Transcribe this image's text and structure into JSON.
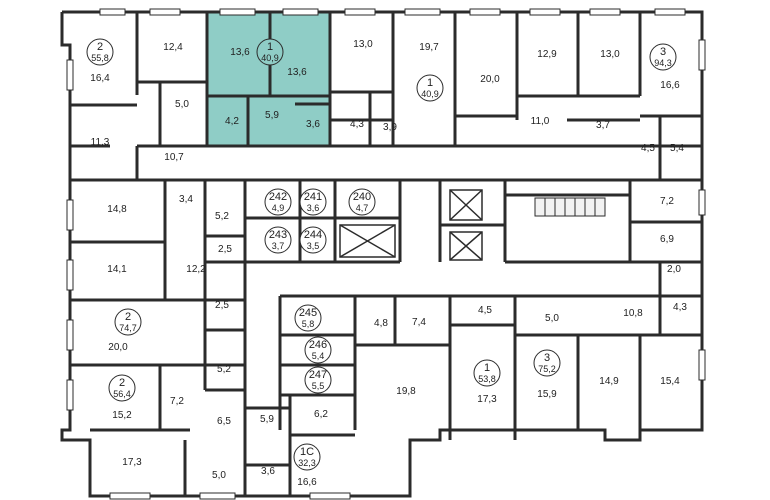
{
  "colors": {
    "wall": "#2b2b2b",
    "highlight": "#8fcdc6",
    "highlight_border": "#6aa6a0",
    "stair_fill": "#f2f2f2"
  },
  "apartments": [
    {
      "id": "apt-2-55-8",
      "rooms": "2",
      "area": "55,8",
      "highlight": false
    },
    {
      "id": "apt-1-40-9-selected",
      "rooms": "1",
      "area": "40,9",
      "highlight": true
    },
    {
      "id": "apt-1-40-9",
      "rooms": "1",
      "area": "40,9",
      "highlight": false
    },
    {
      "id": "apt-3-94-3",
      "rooms": "3",
      "area": "94,3",
      "highlight": false
    },
    {
      "id": "apt-242",
      "rooms": "242",
      "area": "4,9",
      "highlight": false
    },
    {
      "id": "apt-241",
      "rooms": "241",
      "area": "3,6",
      "highlight": false
    },
    {
      "id": "apt-240",
      "rooms": "240",
      "area": "4,7",
      "highlight": false
    },
    {
      "id": "apt-243",
      "rooms": "243",
      "area": "3,7",
      "highlight": false
    },
    {
      "id": "apt-244",
      "rooms": "244",
      "area": "3,5",
      "highlight": false
    },
    {
      "id": "apt-2-74-7",
      "rooms": "2",
      "area": "74,7",
      "highlight": false
    },
    {
      "id": "apt-245",
      "rooms": "245",
      "area": "5,8",
      "highlight": false
    },
    {
      "id": "apt-246",
      "rooms": "246",
      "area": "5,4",
      "highlight": false
    },
    {
      "id": "apt-247",
      "rooms": "247",
      "area": "5,5",
      "highlight": false
    },
    {
      "id": "apt-1-53-8",
      "rooms": "1",
      "area": "53,8",
      "highlight": false
    },
    {
      "id": "apt-3-75-2",
      "rooms": "3",
      "area": "75,2",
      "highlight": false
    },
    {
      "id": "apt-2-56-4",
      "rooms": "2",
      "area": "56,4",
      "highlight": false
    },
    {
      "id": "apt-1c-32-3",
      "rooms": "1С",
      "area": "32,3",
      "highlight": false
    }
  ],
  "room_areas": [
    "12,4",
    "13,6",
    "13,6",
    "5,0",
    "4,2",
    "5,9",
    "3,6",
    "13,0",
    "4,3",
    "3,9",
    "19,7",
    "20,0",
    "12,9",
    "13,0",
    "11,0",
    "3,7",
    "16,6",
    "4,5",
    "5,4",
    "16,4",
    "11,3",
    "10,7",
    "14,8",
    "3,4",
    "5,2",
    "2,5",
    "7,2",
    "6,9",
    "14,1",
    "12,2",
    "2,0",
    "10,8",
    "4,3",
    "2,5",
    "4,5",
    "5,0",
    "4,8",
    "7,4",
    "20,0",
    "5,2",
    "19,8",
    "17,3",
    "15,9",
    "14,9",
    "15,4",
    "15,2",
    "7,2",
    "6,5",
    "6,2",
    "5,9",
    "17,3",
    "5,0",
    "3,6",
    "16,6"
  ]
}
